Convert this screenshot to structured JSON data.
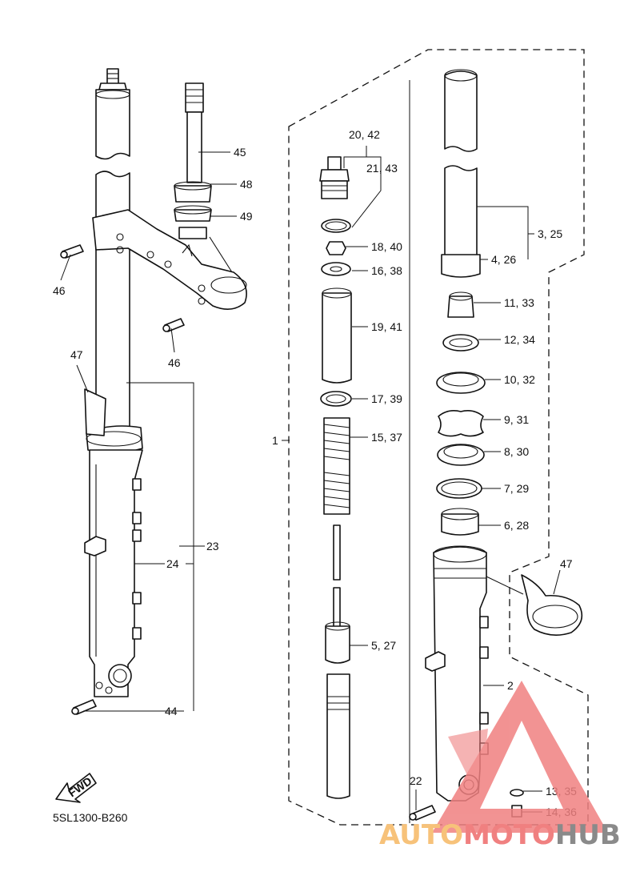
{
  "diagram_code": "5SL1300-B260",
  "fwd_label": "FWD",
  "callouts": {
    "c1": "1",
    "c2": "2",
    "c3_25": "3, 25",
    "c4_26": "4, 26",
    "c5_27": "5, 27",
    "c6_28": "6, 28",
    "c7_29": "7, 29",
    "c8_30": "8, 30",
    "c9_31": "9, 31",
    "c10_32": "10, 32",
    "c11_33": "11, 33",
    "c12_34": "12, 34",
    "c13_35": "13, 35",
    "c14_36": "14, 36",
    "c15_37": "15, 37",
    "c16_38": "16, 38",
    "c17_39": "17, 39",
    "c18_40": "18, 40",
    "c19_41": "19, 41",
    "c20_42": "20, 42",
    "c21_43": "21, 43",
    "c22": "22",
    "c23": "23",
    "c24": "24",
    "c44": "44",
    "c45": "45",
    "c46a": "46",
    "c46b": "46",
    "c47a": "47",
    "c47b": "47",
    "c48": "48",
    "c49": "49"
  },
  "watermark": {
    "part1": "AUTO",
    "part2": "MOTO",
    "part3": "HUB",
    "color_red": "#f08080",
    "color_orange": "#f7c27a",
    "color_gray": "#8a8a8a"
  }
}
